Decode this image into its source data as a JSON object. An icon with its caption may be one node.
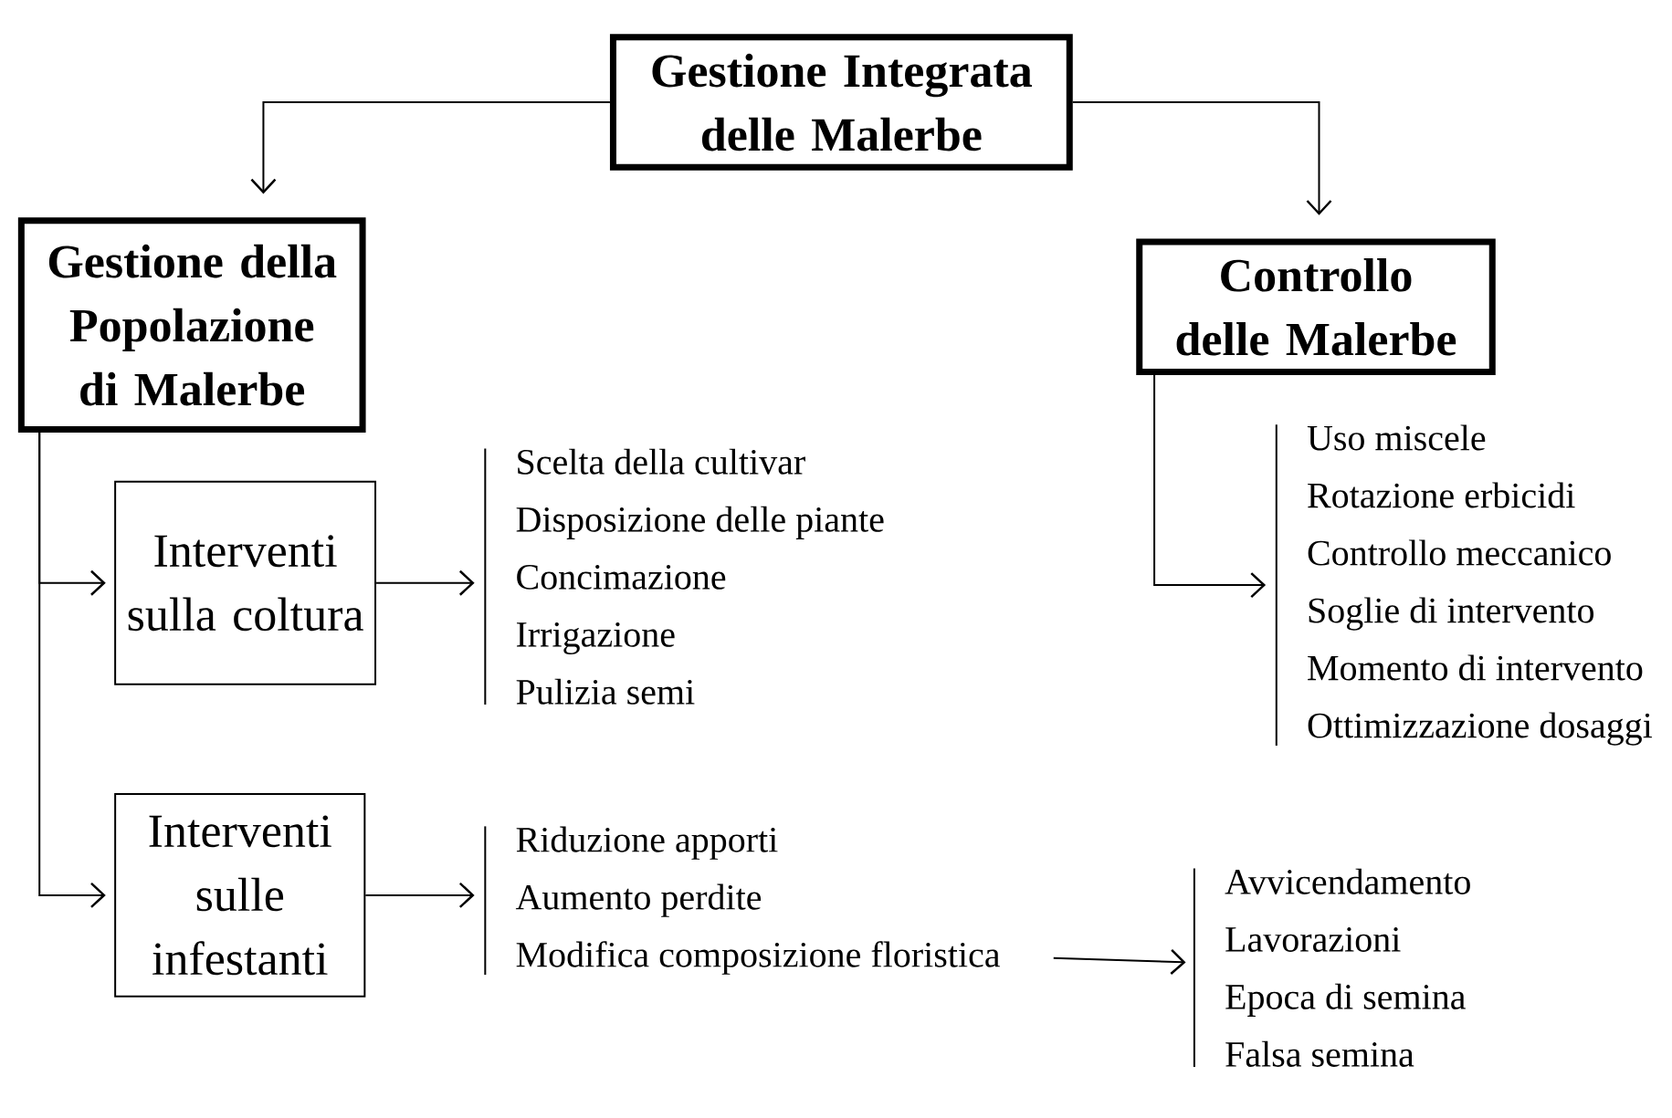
{
  "diagram": {
    "nodes": [
      {
        "text": [
          "Gestione Integrata delle Malerbe"
        ]
      },
      {
        "text": [
          "Gestione della Popolazione di Malerbe"
        ]
      },
      {
        "text": [
          "Controllo delle Malerbe"
        ]
      },
      {
        "text": [
          "Interventi sulla coltura"
        ]
      },
      {
        "text": [
          "Interventi sulle infestanti"
        ]
      },
      {
        "text": [
          "Scelta della cultivar",
          "Disposizione delle piante",
          "Concimazione",
          "Irrigazione",
          "Pulizia semi"
        ]
      },
      {
        "text": [
          "Riduzione apporti",
          "Aumento perdite",
          "Modifica composizione floristica"
        ]
      },
      {
        "text": [
          "Avvicendamento",
          "Lavorazioni",
          "Epoca di semina",
          "Falsa semina"
        ]
      },
      {
        "text": [
          "Uso miscele",
          "Rotazione erbicidi",
          "Controllo meccanico",
          "Soglie di intervento",
          "Momento di intervento",
          "Ottimizzazione dosaggi"
        ]
      }
    ],
    "edges": [
      {
        "from": 0,
        "to": 1,
        "arrow": "to"
      },
      {
        "from": 0,
        "to": 2,
        "arrow": "to"
      },
      {
        "from": 1,
        "to": 3,
        "arrow": "to"
      },
      {
        "from": 1,
        "to": 4,
        "arrow": "to"
      },
      {
        "from": 3,
        "to": 5,
        "arrow": "to"
      },
      {
        "from": 4,
        "to": 6,
        "arrow": "to"
      },
      {
        "from": 6,
        "to": 7,
        "arrow": "to"
      },
      {
        "from": 2,
        "to": 8,
        "arrow": "to"
      }
    ]
  }
}
